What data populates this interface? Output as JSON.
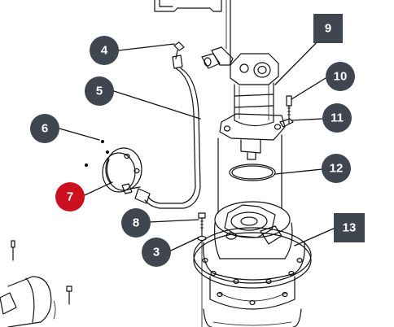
{
  "diagram": {
    "style": "exploded parts view",
    "callout_color": "#3f4650",
    "highlight_color": "#cc1020",
    "line_color": "#111111"
  },
  "callouts": [
    {
      "id": "c4",
      "label": "4",
      "shape": "circle",
      "highlighted": false
    },
    {
      "id": "c5",
      "label": "5",
      "shape": "circle",
      "highlighted": false
    },
    {
      "id": "c6",
      "label": "6",
      "shape": "circle",
      "highlighted": false
    },
    {
      "id": "c7",
      "label": "7",
      "shape": "circle",
      "highlighted": true
    },
    {
      "id": "c8",
      "label": "8",
      "shape": "circle",
      "highlighted": false
    },
    {
      "id": "c3",
      "label": "3",
      "shape": "circle",
      "highlighted": false
    },
    {
      "id": "c9",
      "label": "9",
      "shape": "square",
      "highlighted": false
    },
    {
      "id": "c10",
      "label": "10",
      "shape": "circle",
      "highlighted": false
    },
    {
      "id": "c11",
      "label": "11",
      "shape": "circle",
      "highlighted": false
    },
    {
      "id": "c12",
      "label": "12",
      "shape": "circle",
      "highlighted": false
    },
    {
      "id": "c13",
      "label": "13",
      "shape": "square",
      "highlighted": false
    }
  ]
}
